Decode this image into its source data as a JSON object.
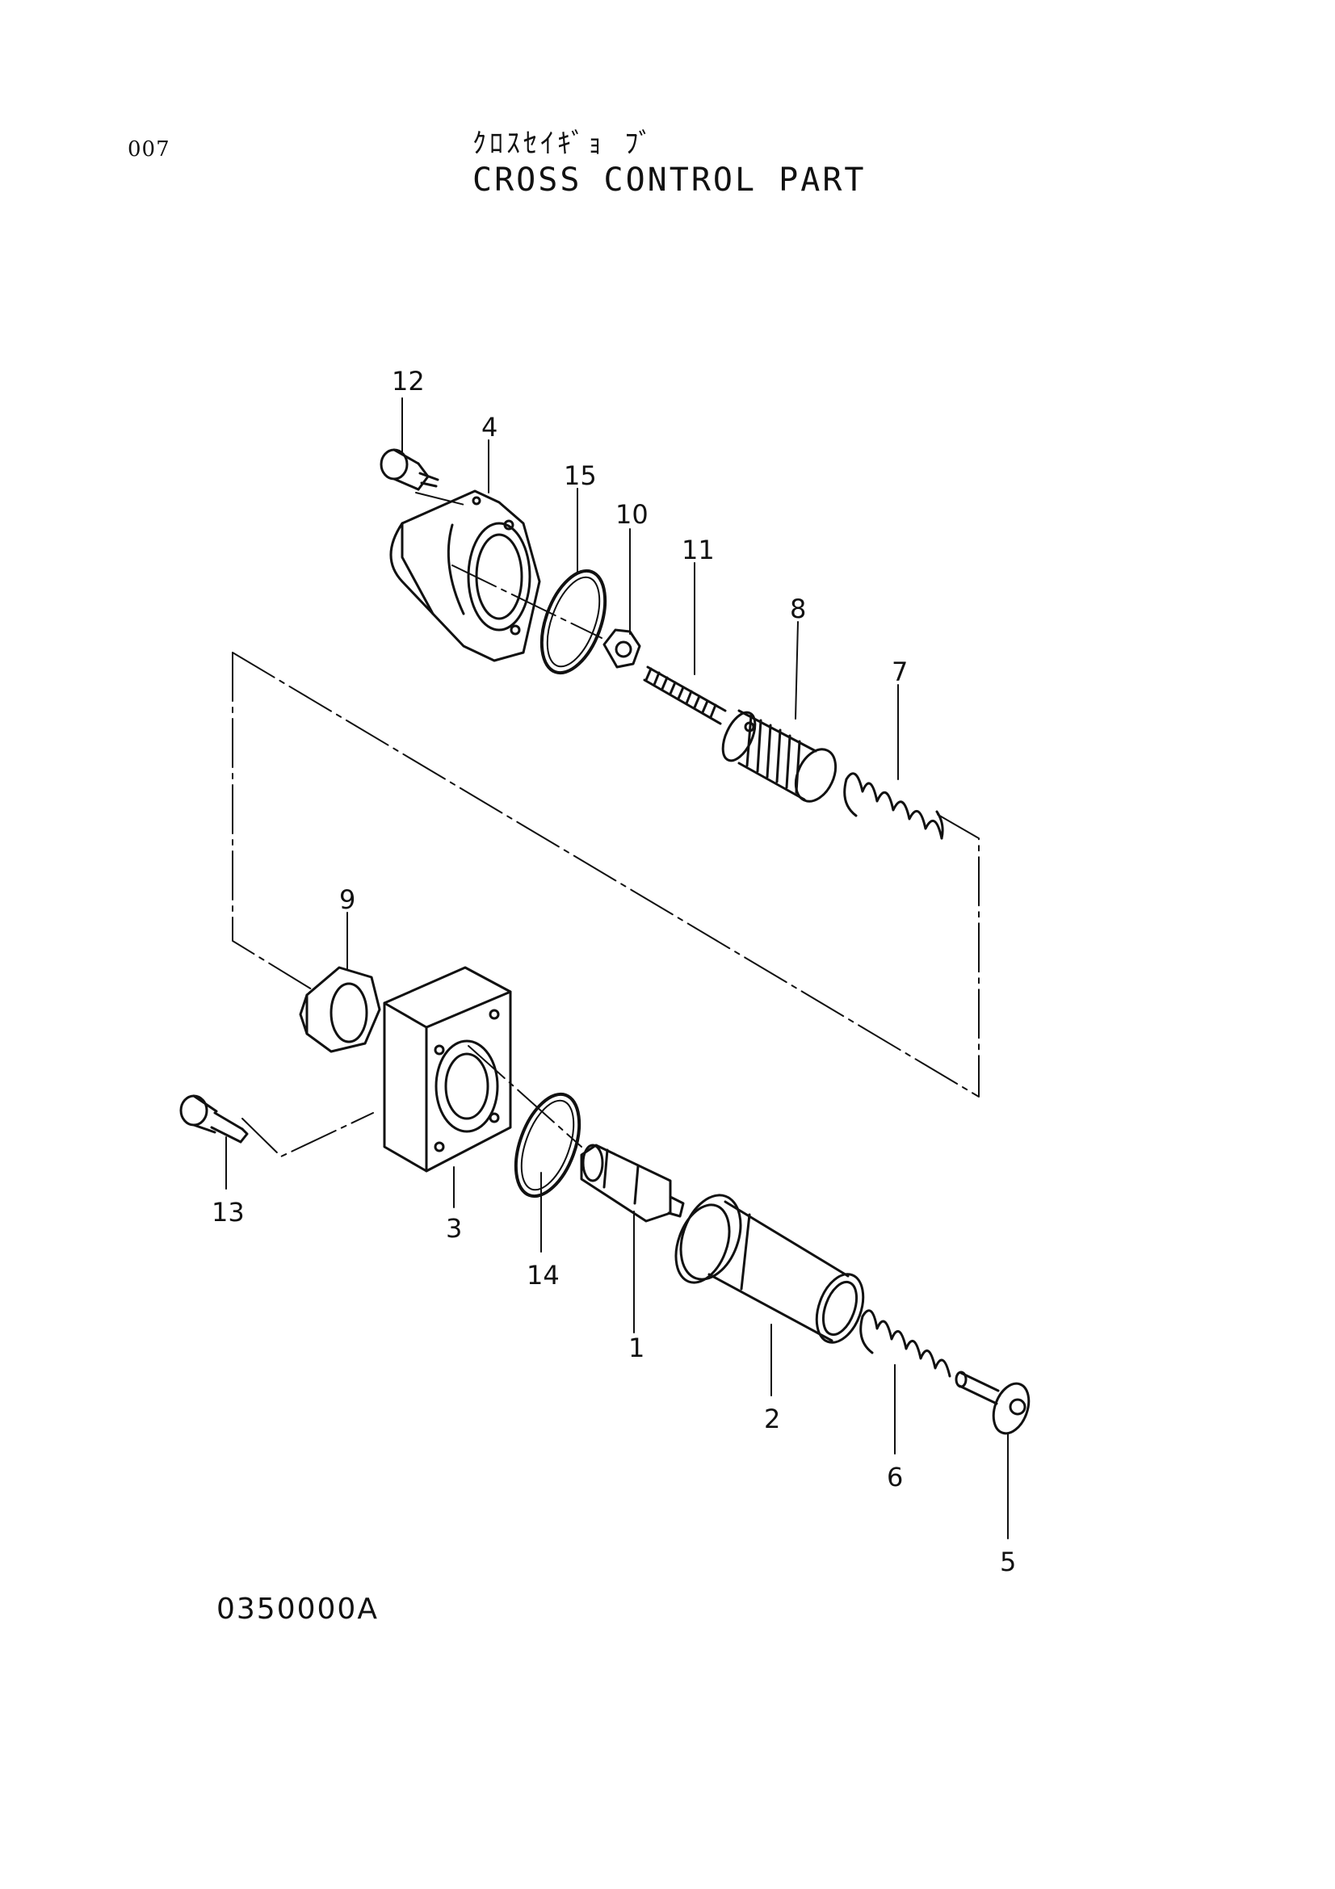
{
  "header": {
    "page_no": "007",
    "title_jp": "ｸﾛｽｾｲｷﾞｮ ﾌﾞ",
    "title_en": "CROSS CONTROL PART"
  },
  "footer": {
    "drawing_code": "0350000A"
  },
  "callouts": {
    "c1": "1",
    "c2": "2",
    "c3": "3",
    "c4": "4",
    "c5": "5",
    "c6": "6",
    "c7": "7",
    "c8": "8",
    "c9": "9",
    "c10": "10",
    "c11": "11",
    "c12": "12",
    "c13": "13",
    "c14": "14",
    "c15": "15"
  }
}
